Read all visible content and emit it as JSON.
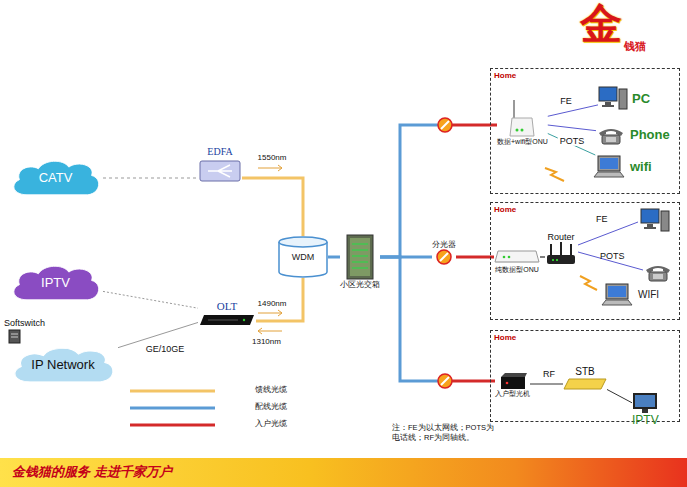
{
  "diagram": {
    "nodes": [
      {
        "text": [
          "CATV"
        ]
      },
      {
        "text": [
          "IPTV"
        ]
      },
      {
        "text": [
          "IP Network"
        ]
      },
      {
        "text": [
          "EDFA"
        ]
      },
      {
        "text": [
          "OLT"
        ]
      },
      {
        "text": [
          "WDM"
        ]
      },
      {
        "text": [
          "小区光交箱"
        ]
      },
      {
        "text": [
          "分光器"
        ]
      },
      {
        "text": [
          "Home"
        ]
      },
      {
        "text": [
          "数据+wifi型ONU"
        ],
        "in": 8
      },
      {
        "text": [
          "PC"
        ],
        "in": 8
      },
      {
        "text": [
          "Phone"
        ],
        "in": 8
      },
      {
        "text": [
          "wifi"
        ],
        "in": 8
      },
      {
        "text": [
          "Home"
        ]
      },
      {
        "text": [
          "纯数据型ONU"
        ],
        "in": 13
      },
      {
        "text": [
          "Router"
        ],
        "in": 13
      },
      {
        "text": [
          "WIFI"
        ],
        "in": 13
      },
      {
        "text": [
          "Home"
        ]
      },
      {
        "text": [
          "入户型光机"
        ],
        "in": 17
      },
      {
        "text": [
          "STB"
        ],
        "in": 17
      },
      {
        "text": [
          "IPTV"
        ],
        "in": 17
      },
      {
        "text": [
          "金钱猫的服务 走进千家万户"
        ]
      }
    ],
    "edges": [
      {
        "from": 0,
        "to": 3,
        "arrow": "none"
      },
      {
        "from": 1,
        "to": 4,
        "arrow": "none"
      },
      {
        "from": 2,
        "to": 4,
        "label": "GE/10GE",
        "arrow": "none"
      },
      {
        "from": 3,
        "to": 5,
        "label": "1550nm",
        "arrow": "none"
      },
      {
        "from": 4,
        "to": 5,
        "label": "1490nm",
        "arrow": "none"
      },
      {
        "from": 5,
        "to": 6,
        "arrow": "none"
      },
      {
        "from": 6,
        "to": 9,
        "arrow": "none"
      },
      {
        "from": 6,
        "to": 7,
        "arrow": "none"
      },
      {
        "from": 7,
        "to": 14,
        "arrow": "none"
      },
      {
        "from": 6,
        "to": 18,
        "arrow": "none"
      },
      {
        "from": 9,
        "to": 10,
        "label": "FE",
        "arrow": "none"
      },
      {
        "from": 9,
        "to": 11,
        "label": "POTS",
        "arrow": "none"
      },
      {
        "from": 9,
        "to": 12,
        "arrow": "none"
      },
      {
        "from": 14,
        "to": 15,
        "arrow": "none"
      },
      {
        "from": 18,
        "to": 19,
        "label": "RF",
        "arrow": "none"
      },
      {
        "from": 19,
        "to": 20,
        "arrow": "none"
      }
    ],
    "labels": [
      "金",
      "钱猫",
      "Softswitch",
      "1310nm",
      "FE",
      "POTS",
      "注：FE为以太网线；POTS为电话线；RF为同轴线。"
    ],
    "legend": [
      {
        "text": "馈线光缆"
      },
      {
        "text": "配线光缆"
      },
      {
        "text": "入户光缆"
      }
    ]
  }
}
